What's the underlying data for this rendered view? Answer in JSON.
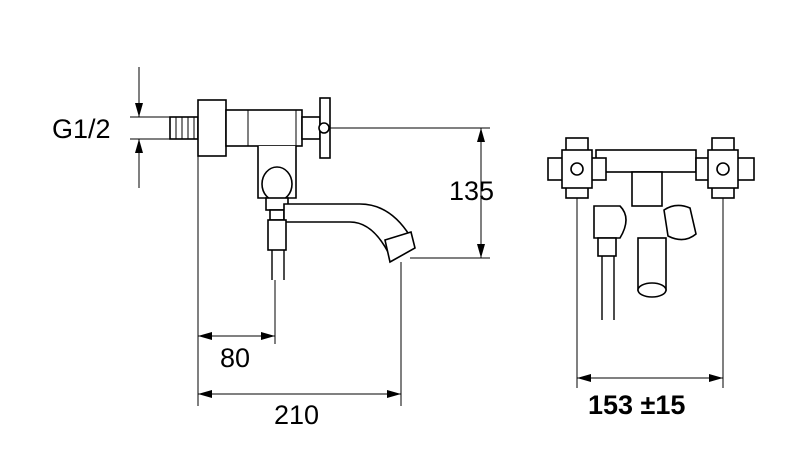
{
  "dimensions": {
    "thread": "G1/2",
    "height": "135",
    "spout_offset": "80",
    "total_depth": "210",
    "center_distance": "153 ±15"
  },
  "views": {
    "side": "side-view",
    "front": "front-view"
  }
}
